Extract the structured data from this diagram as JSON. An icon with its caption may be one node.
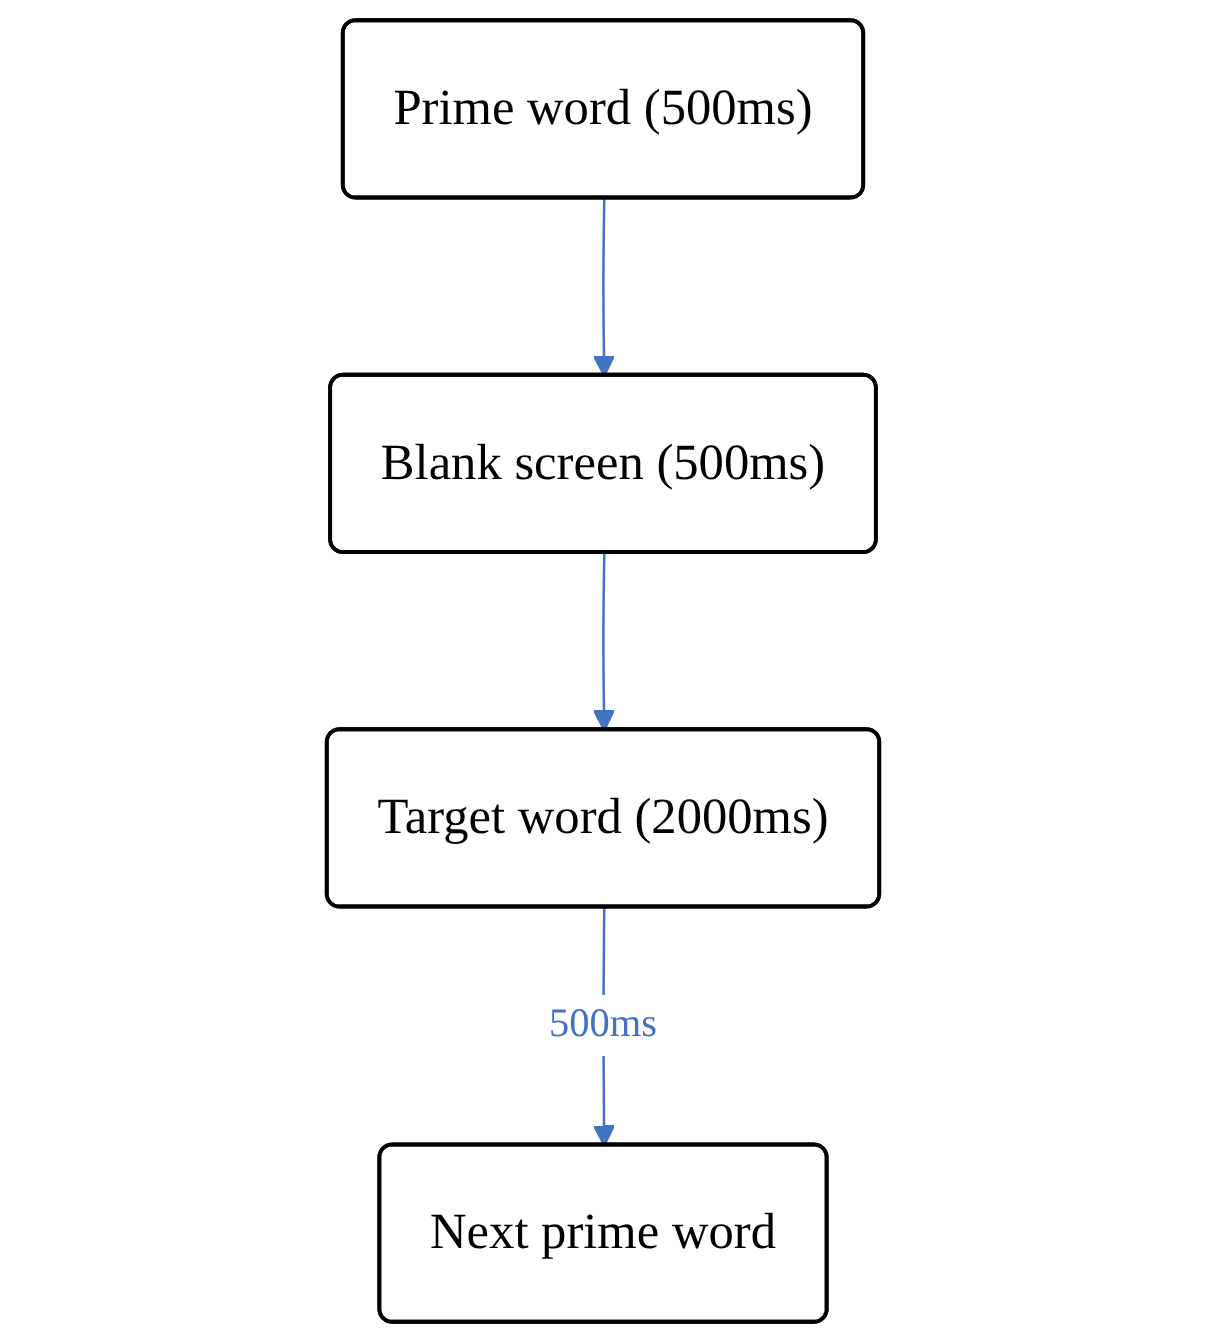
{
  "diagram": {
    "nodes": [
      {
        "text": [
          "Prime word (500ms)"
        ]
      },
      {
        "text": [
          "Blank screen (500ms)"
        ]
      },
      {
        "text": [
          "Target word (2000ms)"
        ]
      },
      {
        "text": [
          "Next prime word"
        ]
      }
    ],
    "edges": [
      {
        "from": 0,
        "to": 1,
        "arrow": "to",
        "color": "#4472c4"
      },
      {
        "from": 1,
        "to": 2,
        "arrow": "to",
        "color": "#4472c4"
      },
      {
        "from": 2,
        "to": 3,
        "arrow": "to",
        "color": "#4472c4",
        "label": "500ms"
      }
    ]
  }
}
